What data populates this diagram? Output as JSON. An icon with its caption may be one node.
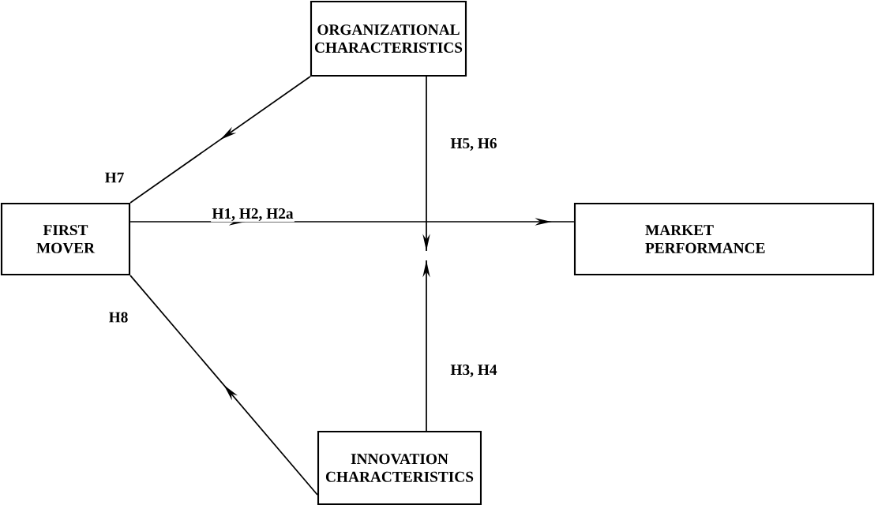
{
  "diagram": {
    "nodes": [
      {
        "text": [
          "ORGANIZATIONAL CHARACTERISTICS"
        ]
      },
      {
        "text": [
          "FIRST MOVER"
        ]
      },
      {
        "text": [
          "MARKET PERFORMANCE"
        ]
      },
      {
        "text": [
          "INNOVATION CHARACTERISTICS"
        ]
      }
    ],
    "edges": [
      {
        "from": 0,
        "to": 1,
        "arrow": "to",
        "label": "H7"
      },
      {
        "from": 1,
        "to": 2,
        "arrow": "to",
        "label": "H1, H2, H2a"
      },
      {
        "from": 0,
        "to": null,
        "arrow": "to",
        "label": "H5, H6"
      },
      {
        "from": 3,
        "to": null,
        "arrow": "to",
        "label": "H3, H4"
      },
      {
        "from": 3,
        "to": 1,
        "arrow": "to",
        "label": "H8"
      }
    ]
  }
}
